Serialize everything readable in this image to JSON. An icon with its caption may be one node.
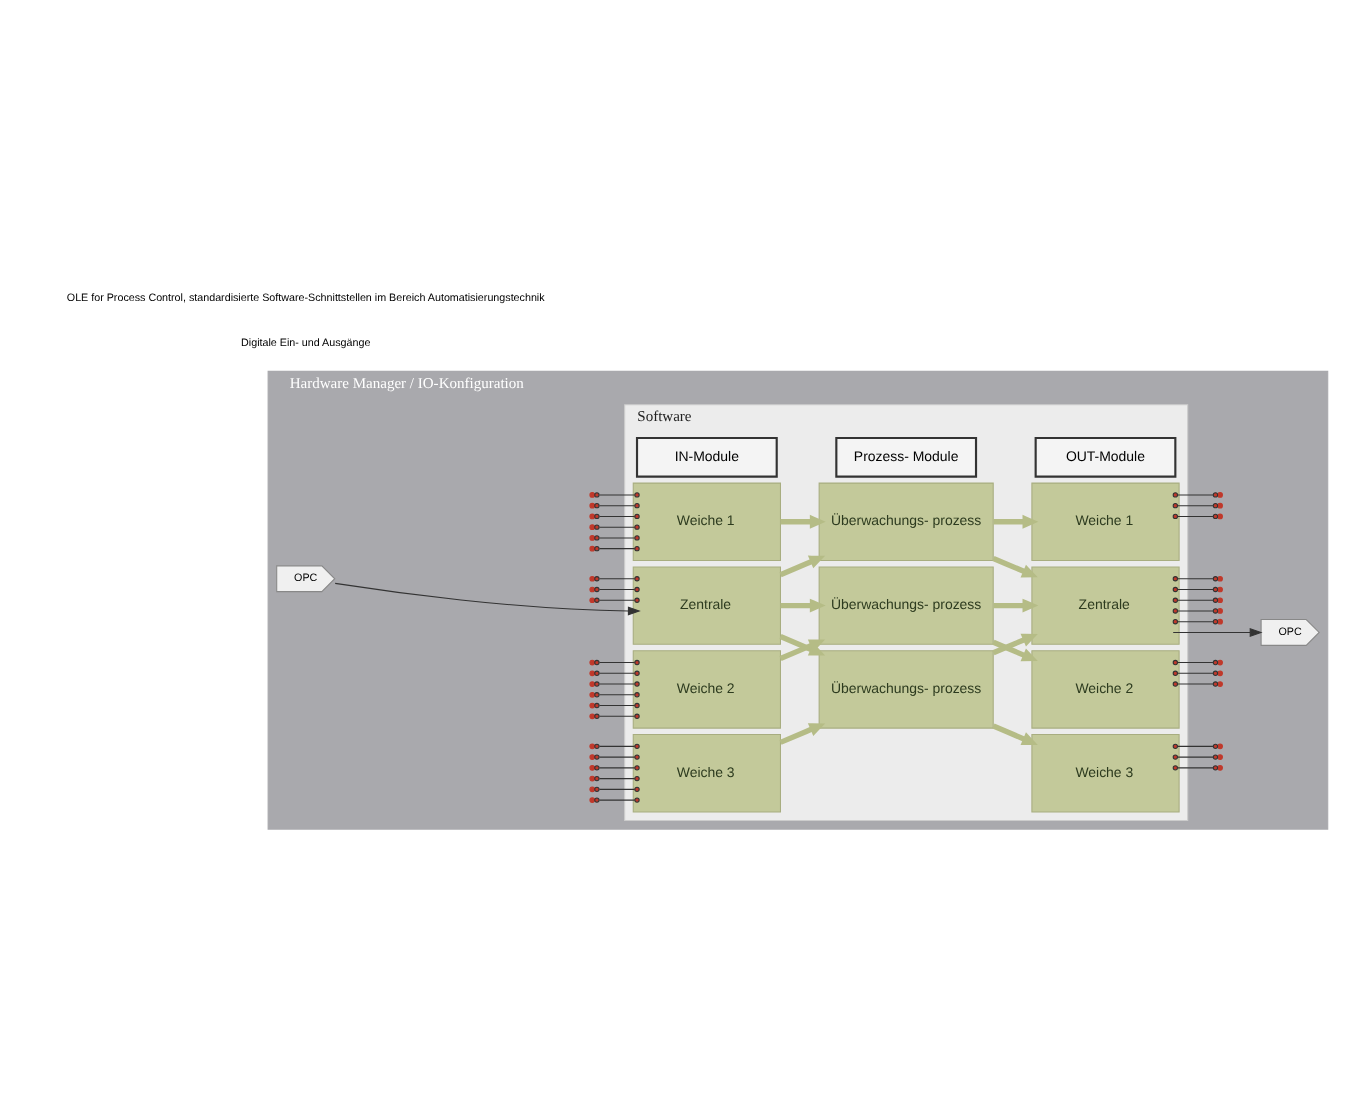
{
  "diagram": {
    "nodes": [
      {
        "text": [
          "Hardware Manager / IO-Konfiguration"
        ]
      },
      {
        "text": [
          "Software"
        ],
        "in": 0
      },
      {
        "text": [
          "IN-Module"
        ],
        "in": 1
      },
      {
        "text": [
          "Prozess- Module"
        ],
        "in": 1
      },
      {
        "text": [
          "OUT-Module"
        ],
        "in": 1
      },
      {
        "text": [
          "Zentrale"
        ],
        "in": 1
      },
      {
        "text": [
          "Weiche 1"
        ],
        "in": 1
      },
      {
        "text": [
          "Weiche 2"
        ],
        "in": 1
      },
      {
        "text": [
          "Weiche 3"
        ],
        "in": 1
      },
      {
        "text": [
          "Überwachungs- prozess"
        ],
        "in": 1
      },
      {
        "text": [
          "Überwachungs- prozess"
        ],
        "in": 1
      },
      {
        "text": [
          "Überwachungs- prozess"
        ],
        "in": 1
      },
      {
        "text": [
          "Zentrale"
        ],
        "in": 1
      },
      {
        "text": [
          "Weiche 1"
        ],
        "in": 1
      },
      {
        "text": [
          "Weiche 2"
        ],
        "in": 1
      },
      {
        "text": [
          "Weiche 3"
        ],
        "in": 1
      },
      {
        "text": [
          "OPC"
        ],
        "in": 0
      },
      {
        "text": [
          "OPC"
        ],
        "in": 0
      }
    ],
    "edges": [
      {
        "from": 16,
        "to": 5,
        "arrow": "to"
      },
      {
        "from": 12,
        "to": 17,
        "arrow": "to"
      },
      {
        "from": 5,
        "to": 9,
        "arrow": "to",
        "style": "thick",
        "color": "#b5bc86"
      },
      {
        "from": 5,
        "to": 10,
        "arrow": "to",
        "style": "thick",
        "color": "#b5bc86"
      },
      {
        "from": 5,
        "to": 11,
        "arrow": "to",
        "style": "thick",
        "color": "#b5bc86"
      },
      {
        "from": 6,
        "to": 9,
        "arrow": "to",
        "style": "thick",
        "color": "#b5bc86"
      },
      {
        "from": 7,
        "to": 10,
        "arrow": "to",
        "style": "thick",
        "color": "#b5bc86"
      },
      {
        "from": 8,
        "to": 11,
        "arrow": "to",
        "style": "thick",
        "color": "#b5bc86"
      },
      {
        "from": 9,
        "to": 12,
        "arrow": "to",
        "style": "thick",
        "color": "#b5bc86"
      },
      {
        "from": 10,
        "to": 12,
        "arrow": "to",
        "style": "thick",
        "color": "#b5bc86"
      },
      {
        "from": 11,
        "to": 12,
        "arrow": "to",
        "style": "thick",
        "color": "#b5bc86"
      },
      {
        "from": 9,
        "to": 13,
        "arrow": "to",
        "style": "thick",
        "color": "#b5bc86"
      },
      {
        "from": 10,
        "to": 14,
        "arrow": "to",
        "style": "thick",
        "color": "#b5bc86"
      },
      {
        "from": 11,
        "to": 15,
        "arrow": "to",
        "style": "thick",
        "color": "#b5bc86"
      },
      {
        "from": null,
        "to": 5,
        "arrow": "other"
      },
      {
        "from": null,
        "to": 5,
        "arrow": "other"
      },
      {
        "from": null,
        "to": 5,
        "arrow": "other"
      },
      {
        "from": null,
        "to": 6,
        "arrow": "other"
      },
      {
        "from": null,
        "to": 6,
        "arrow": "other"
      },
      {
        "from": null,
        "to": 6,
        "arrow": "other"
      },
      {
        "from": null,
        "to": 6,
        "arrow": "other"
      },
      {
        "from": null,
        "to": 6,
        "arrow": "other"
      },
      {
        "from": null,
        "to": 6,
        "arrow": "other"
      },
      {
        "from": null,
        "to": 7,
        "arrow": "other"
      },
      {
        "from": null,
        "to": 7,
        "arrow": "other"
      },
      {
        "from": null,
        "to": 7,
        "arrow": "other"
      },
      {
        "from": null,
        "to": 7,
        "arrow": "other"
      },
      {
        "from": null,
        "to": 7,
        "arrow": "other"
      },
      {
        "from": null,
        "to": 7,
        "arrow": "other"
      },
      {
        "from": null,
        "to": 8,
        "arrow": "other"
      },
      {
        "from": null,
        "to": 8,
        "arrow": "other"
      },
      {
        "from": null,
        "to": 8,
        "arrow": "other"
      },
      {
        "from": null,
        "to": 8,
        "arrow": "other"
      },
      {
        "from": null,
        "to": 8,
        "arrow": "other"
      },
      {
        "from": null,
        "to": 8,
        "arrow": "other"
      },
      {
        "from": 12,
        "to": null,
        "arrow": "other"
      },
      {
        "from": 12,
        "to": null,
        "arrow": "other"
      },
      {
        "from": 12,
        "to": null,
        "arrow": "other"
      },
      {
        "from": 12,
        "to": null,
        "arrow": "other"
      },
      {
        "from": 12,
        "to": null,
        "arrow": "other"
      },
      {
        "from": 13,
        "to": null,
        "arrow": "other"
      },
      {
        "from": 13,
        "to": null,
        "arrow": "other"
      },
      {
        "from": 13,
        "to": null,
        "arrow": "other"
      },
      {
        "from": 14,
        "to": null,
        "arrow": "other"
      },
      {
        "from": 14,
        "to": null,
        "arrow": "other"
      },
      {
        "from": 14,
        "to": null,
        "arrow": "other"
      },
      {
        "from": 15,
        "to": null,
        "arrow": "other"
      },
      {
        "from": 15,
        "to": null,
        "arrow": "other"
      },
      {
        "from": 15,
        "to": null,
        "arrow": "other"
      }
    ],
    "legend": [
      {
        "text": "OLE for Process Control, standardisierte Software-Schnittstellen im Bereich Automatisierungstechnik"
      },
      {
        "text": "Digitale Ein- und Ausgänge"
      }
    ]
  }
}
